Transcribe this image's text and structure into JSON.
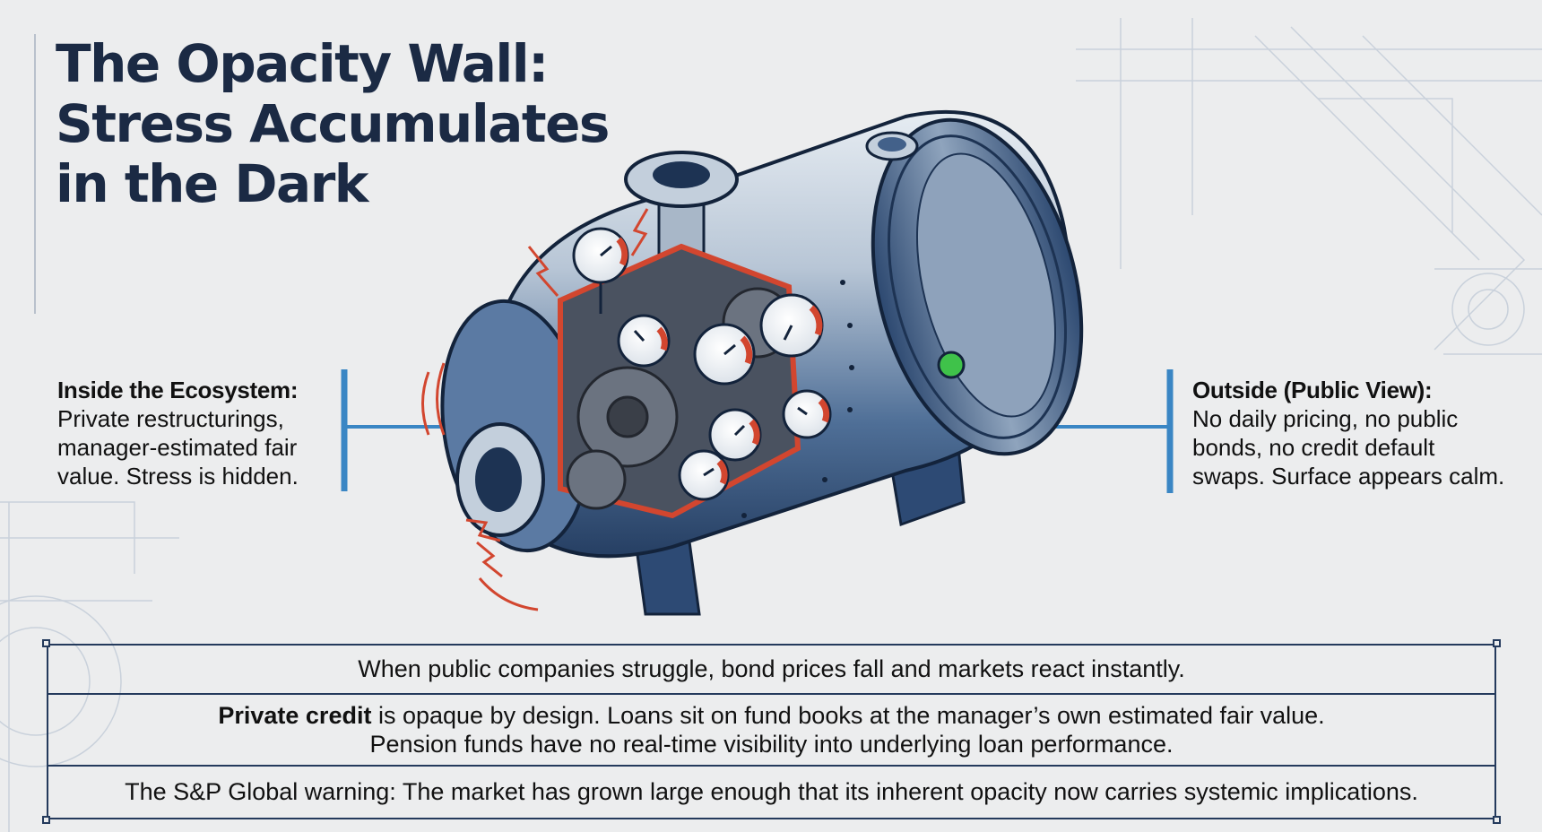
{
  "title": {
    "lines": [
      "The Opacity Wall:",
      "Stress Accumulates",
      "in the Dark"
    ]
  },
  "inside": {
    "heading": "Inside the Ecosystem:",
    "lines": [
      "Private restructurings,",
      "manager-estimated fair",
      "value. Stress is hidden."
    ]
  },
  "outside": {
    "heading": "Outside (Public View):",
    "lines": [
      "No daily pricing, no public",
      "bonds, no credit default",
      "swaps. Surface appears calm."
    ]
  },
  "panel": {
    "row1": "When public companies struggle, bond prices fall and markets react instantly.",
    "row2_bold": "Private credit",
    "row2_rest": " is opaque by design. Loans sit on fund books at the manager’s own estimated fair value.",
    "row2_line2": "Pension funds have no real-time visibility into underlying loan performance.",
    "row3": "The S&P Global warning: The market has grown large enough that its inherent opacity now carries systemic implications."
  },
  "colors": {
    "navy": "#1b2a44",
    "steel": "#2d4a74",
    "leader_blue": "#3a86c4",
    "gauge_red": "#d2462f",
    "indicator_green": "#3fc24a"
  }
}
